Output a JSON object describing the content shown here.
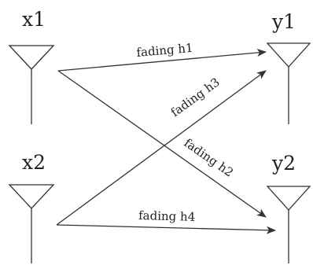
{
  "antennas": {
    "x1": {
      "label": "x1"
    },
    "x2": {
      "label": "x2"
    },
    "y1": {
      "label": "y1"
    },
    "y2": {
      "label": "y2"
    }
  },
  "links": {
    "h1": {
      "label": "fading h1"
    },
    "h2": {
      "label": "fading h2"
    },
    "h3": {
      "label": "fading h3"
    },
    "h4": {
      "label": "fading h4"
    }
  },
  "colors": {
    "line": "#333333",
    "text": "#222222",
    "background": "#ffffff"
  }
}
